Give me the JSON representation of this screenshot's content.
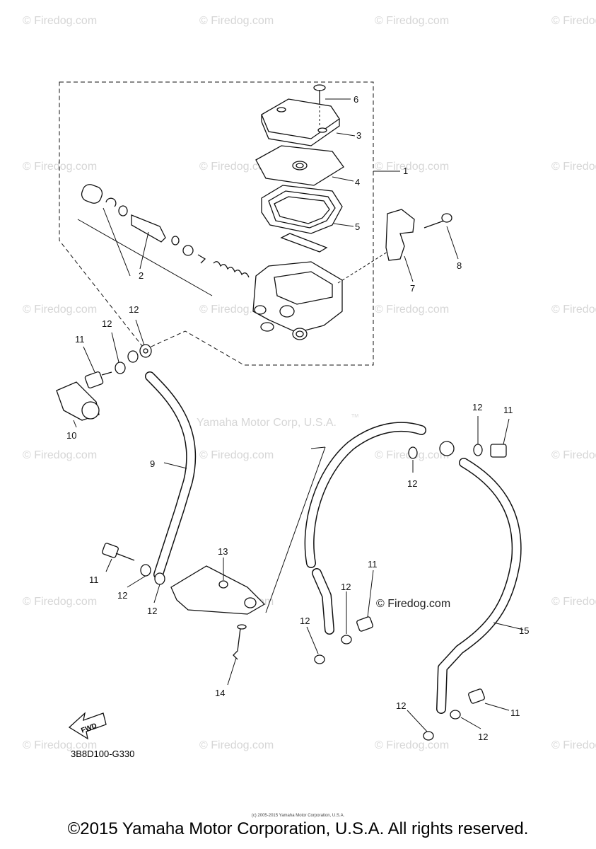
{
  "watermark": "© Firedog.com",
  "watermark_dark": "© Firedog.com",
  "watermark_yamaha": "Yamaha Motor Corp, U.S.A.",
  "watermark_tm": "TM",
  "fwd_label": "FWD",
  "diagram_code": "3B8D100-G330",
  "small_copyright": "(c) 2005-2015 Yamaha Motor Corporation, U.S.A.",
  "footer": "©2015 Yamaha Motor Corporation, U.S.A. All rights reserved.",
  "callouts": {
    "c1": "1",
    "c2": "2",
    "c3": "3",
    "c4": "4",
    "c5": "5",
    "c6": "6",
    "c7": "7",
    "c8": "8",
    "c9": "9",
    "c10": "10",
    "c11a": "11",
    "c11b": "11",
    "c11c": "11",
    "c11d": "11",
    "c11e": "11",
    "c12a": "12",
    "c12b": "12",
    "c12c": "12",
    "c12d": "12",
    "c12e": "12",
    "c12f": "12",
    "c12g": "12",
    "c12h": "12",
    "c12i": "12",
    "c12j": "12",
    "c12k": "12",
    "c13": "13",
    "c14": "14",
    "c15": "15"
  }
}
